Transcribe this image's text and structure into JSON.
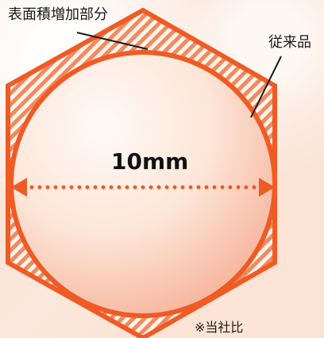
{
  "labels": {
    "surface_increase": "表面積増加部分",
    "conventional": "従来品",
    "measurement": "10mm",
    "note": "※当社比"
  },
  "colors": {
    "background": "#fbe3d5",
    "outline": "#f05a24",
    "stripe_light": "#fff3ec",
    "stripe_dark": "#f08a5f",
    "circle_fill_start": "#fffaf7",
    "circle_fill_end": "#f7b8a0",
    "text": "#1b1b1b"
  },
  "icons": {
    "hexagon": "hexagon-icon",
    "circle": "circle-icon",
    "arrow": "double-arrow-icon"
  }
}
